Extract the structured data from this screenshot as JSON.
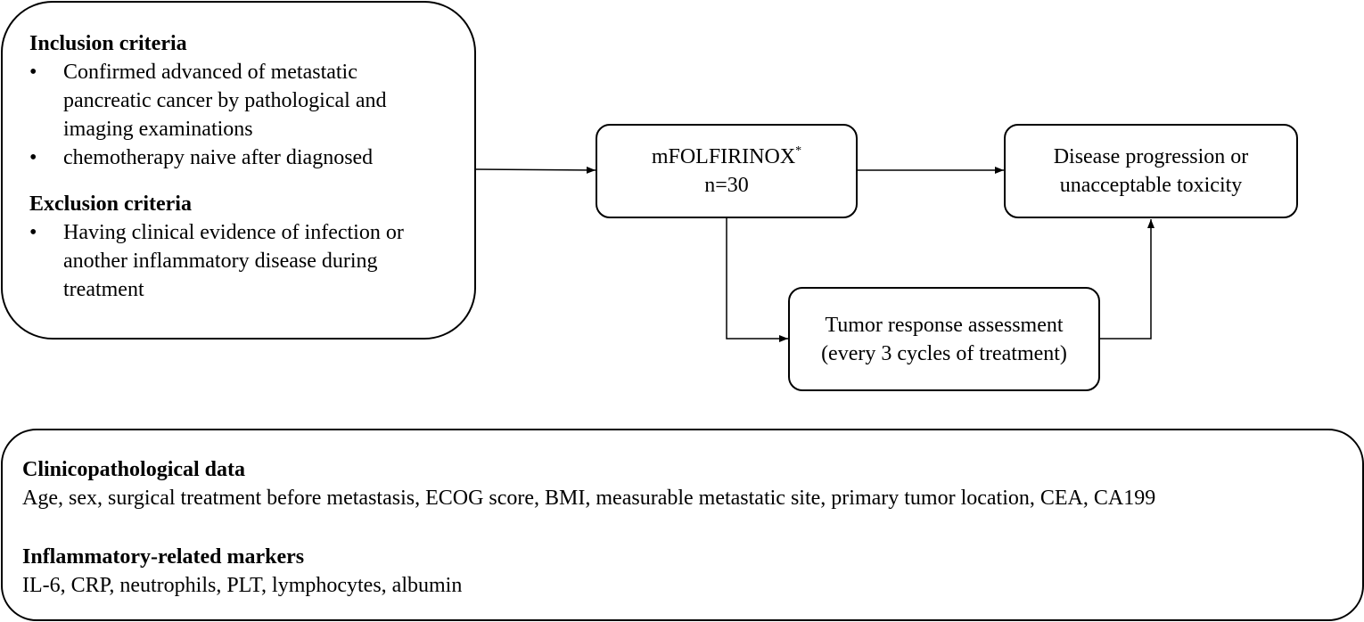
{
  "criteria_box": {
    "inclusion_title": "Inclusion criteria",
    "inclusion_items": [
      "Confirmed advanced of metastatic pancreatic cancer by pathological and imaging examinations",
      "chemotherapy naive after diagnosed"
    ],
    "exclusion_title": "Exclusion criteria",
    "exclusion_items": [
      "Having clinical evidence of infection or another inflammatory disease during treatment"
    ]
  },
  "treatment_box": {
    "label": "mFOLFIRINOX",
    "marker": "*",
    "n": "n=30"
  },
  "endpoint_box": {
    "line1": "Disease progression or",
    "line2": "unacceptable toxicity"
  },
  "assessment_box": {
    "line1": "Tumor response assessment",
    "line2": "(every 3 cycles of treatment)"
  },
  "data_box": {
    "clinical_title": "Clinicopathological data",
    "clinical_text": "Age, sex, surgical treatment before metastasis, ECOG score, BMI, measurable metastatic site, primary tumor location, CEA, CA199",
    "markers_title": "Inflammatory-related markers",
    "markers_text": "IL-6, CRP, neutrophils, PLT, lymphocytes, albumin"
  }
}
